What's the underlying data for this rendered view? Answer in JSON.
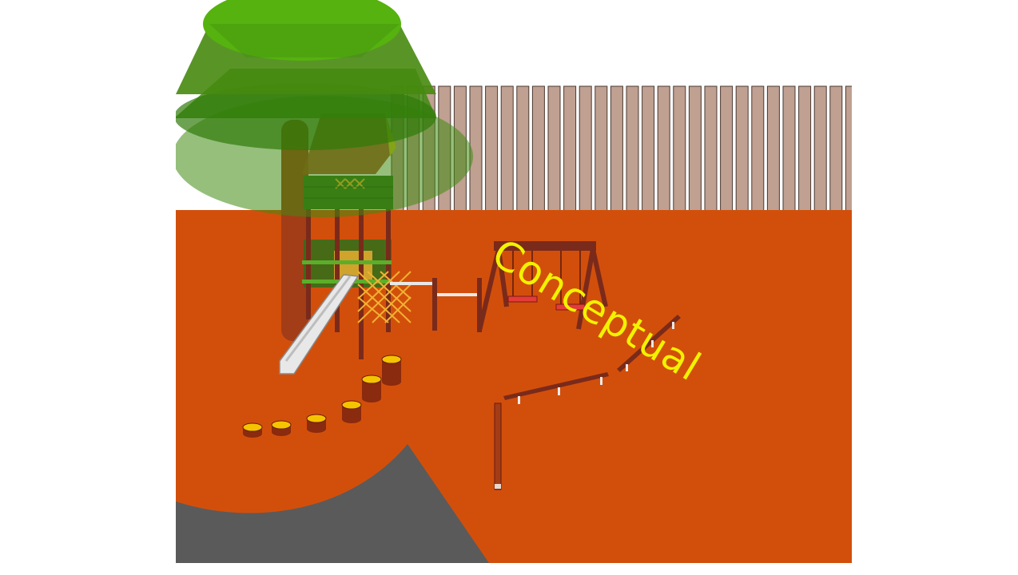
{
  "watermark": {
    "text": "Conceptual"
  },
  "colors": {
    "background": "#ffffff",
    "ground": "#d24f0b",
    "path": "#5a5a5a",
    "fence": "#bfa091",
    "fence_outline": "#4a3a33",
    "tree_canopy": "#3f8a10",
    "tree_canopy_light": "#56b20e",
    "tree_trunk": "#a33d17",
    "wood": "#7a2a1a",
    "rail_green": "#3a7a1f",
    "net": "#f1b232",
    "roof": "#a6481c",
    "slide": "#e8e8e8",
    "swing_seat": "#e53b3b",
    "stump_top": "#f5c400",
    "stump_side": "#8a2a0e",
    "watermark": "#f2f200"
  },
  "icons": [
    "tree",
    "fence",
    "play-tower",
    "slide",
    "climbing-net",
    "monkey-bars",
    "swing-set",
    "stepping-stumps",
    "balance-beam"
  ]
}
